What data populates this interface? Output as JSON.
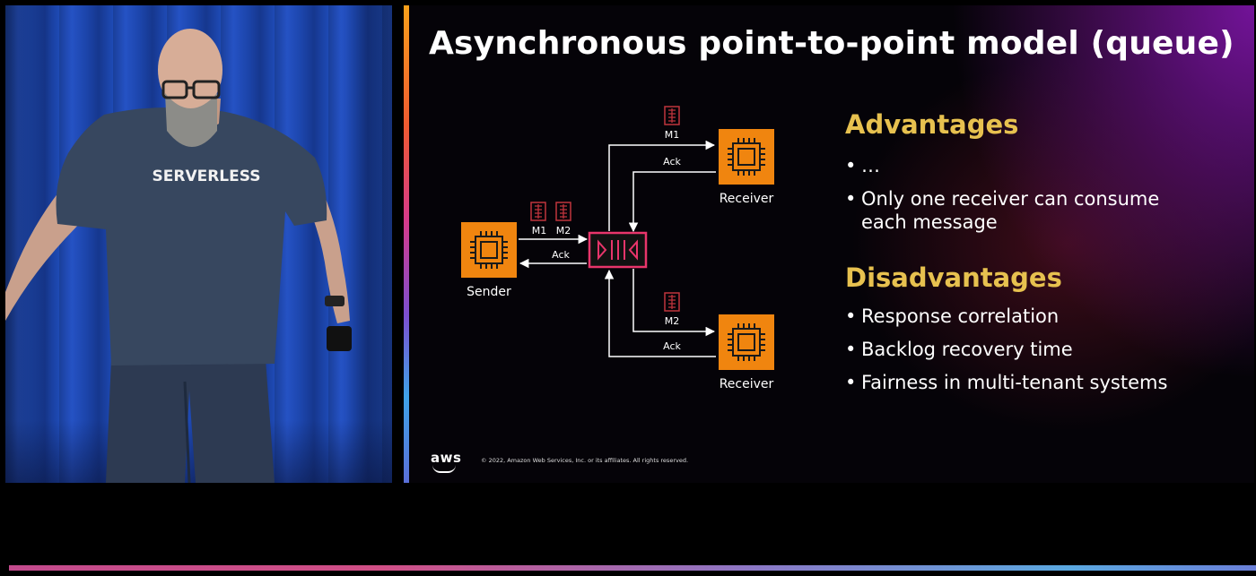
{
  "video": {
    "shirt_text": "SERVERLESS"
  },
  "slide": {
    "title": "Asynchronous point-to-point model (queue)",
    "diagram": {
      "sender_label": "Sender",
      "receiver_top_label": "Receiver",
      "receiver_bottom_label": "Receiver",
      "msg_m1": "M1",
      "msg_m2": "M2",
      "top_msg": "M1",
      "bottom_msg": "M2",
      "ack_top": "Ack",
      "ack_sender": "Ack",
      "ack_bottom": "Ack"
    },
    "advantages": {
      "heading": "Advantages",
      "items": [
        "…",
        "Only one receiver can consume each message"
      ]
    },
    "disadvantages": {
      "heading": "Disadvantages",
      "items": [
        "Response correlation",
        "Backlog recovery time",
        "Fairness in multi-tenant systems"
      ]
    },
    "footer": {
      "logo": "aws",
      "copyright": "© 2022, Amazon Web Services, Inc. or its affiliates. All rights reserved."
    }
  },
  "colors": {
    "accent_orange": "#f0850f",
    "queue_pink": "#e8356b",
    "heading_yellow": "#e7c14f",
    "message_red": "#c0343c"
  },
  "progress": {
    "fraction": 1.0
  }
}
